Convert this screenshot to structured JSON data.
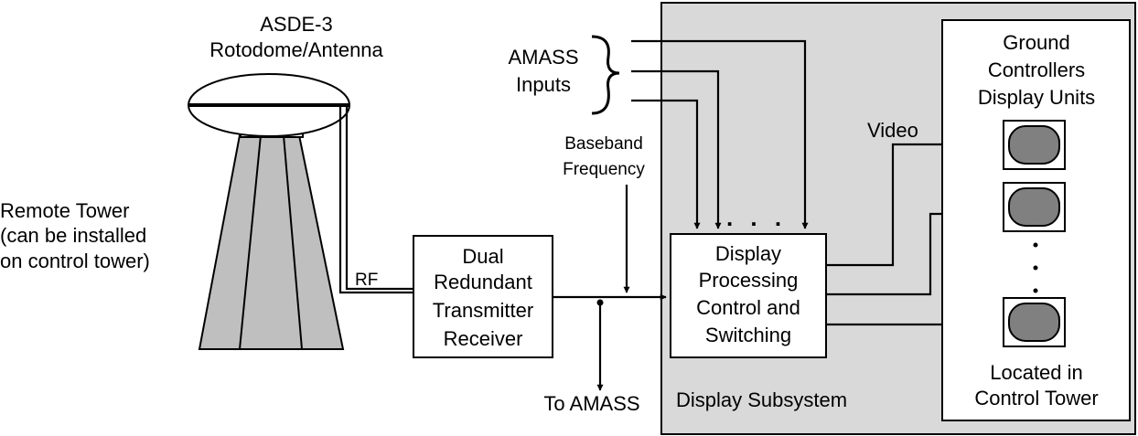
{
  "labels": {
    "antenna_line1": "ASDE-3",
    "antenna_line2": "Rotodome/Antenna",
    "amass_inputs_line1": "AMASS",
    "amass_inputs_line2": "Inputs",
    "remote_tower_line1": "Remote Tower",
    "remote_tower_line2": "(can be installed",
    "remote_tower_line3": "on control tower)",
    "rf": "RF",
    "baseband_line1": "Baseband",
    "baseband_line2": "Frequency",
    "transceiver_line1": "Dual",
    "transceiver_line2": "Redundant",
    "transceiver_line3": "Transmitter",
    "transceiver_line4": "Receiver",
    "to_amass": "To AMASS",
    "processing_line1": "Display",
    "processing_line2": "Processing",
    "processing_line3": "Control and",
    "processing_line4": "Switching",
    "ellipsis": ". . .",
    "video": "Video",
    "subsystem": "Display Subsystem",
    "ground_line1": "Ground",
    "ground_line2": "Controllers",
    "ground_line3": "Display Units",
    "located_line1": "Located in",
    "located_line2": "Control Tower"
  },
  "colors": {
    "subsystem_fill": "#d9d9d9",
    "tower_fill": "#bfbfbf",
    "display_screen": "#808080",
    "line": "#000000",
    "box_fill": "#ffffff"
  }
}
